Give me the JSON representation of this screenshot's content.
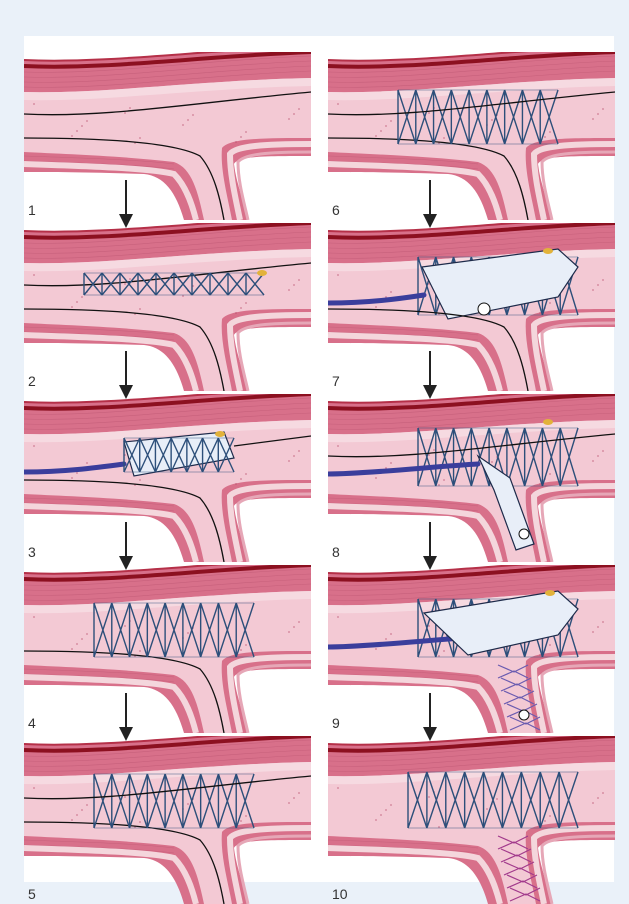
{
  "panels": [
    {
      "label": "1",
      "stage": "wire"
    },
    {
      "label": "2",
      "stage": "stent-crimped"
    },
    {
      "label": "3",
      "stage": "stent-deploy-balloon"
    },
    {
      "label": "4",
      "stage": "stent-main"
    },
    {
      "label": "5",
      "stage": "stent-main-wire"
    },
    {
      "label": "6",
      "stage": "stent-main-wire"
    },
    {
      "label": "7",
      "stage": "kissing-balloon"
    },
    {
      "label": "8",
      "stage": "side-balloon"
    },
    {
      "label": "9",
      "stage": "side-balloon-stent"
    },
    {
      "label": "10",
      "stage": "final-both"
    }
  ],
  "colors": {
    "page_bg": "#eaf1f9",
    "vessel_wall": "#d8708a",
    "vessel_lumen": "#f3c9d4",
    "adventitia": "#8c1020",
    "intima": "#f6dbe2",
    "wire": "#111111",
    "stent": "#2d4f7a",
    "balloon": "#e8eef8",
    "catheter": "#3a3e9c",
    "marker": "#e2b23a",
    "arrow": "#222222"
  }
}
